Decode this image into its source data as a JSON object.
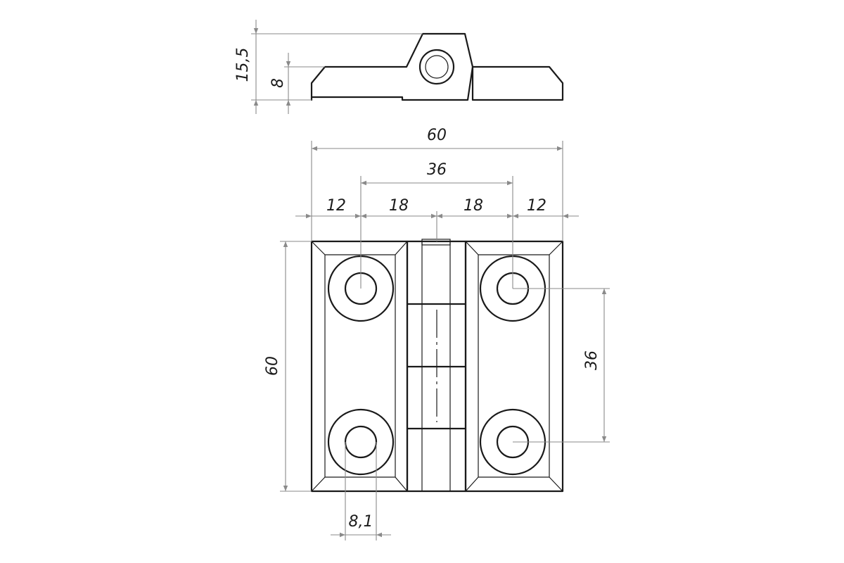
{
  "dimensions": {
    "side_total_height": "15,5",
    "side_leaf_thickness": "8",
    "overall_width": "60",
    "hole_spacing_horizontal": "36",
    "left_edge_to_hole": "12",
    "left_hole_to_center": "18",
    "center_to_right_hole": "18",
    "right_hole_to_edge": "12",
    "overall_height": "60",
    "hole_spacing_vertical": "36",
    "hole_diameter": "8,1"
  },
  "colors": {
    "outline": "#1a1a1a",
    "dimension_line": "#8a8a8a",
    "background": "#ffffff"
  }
}
